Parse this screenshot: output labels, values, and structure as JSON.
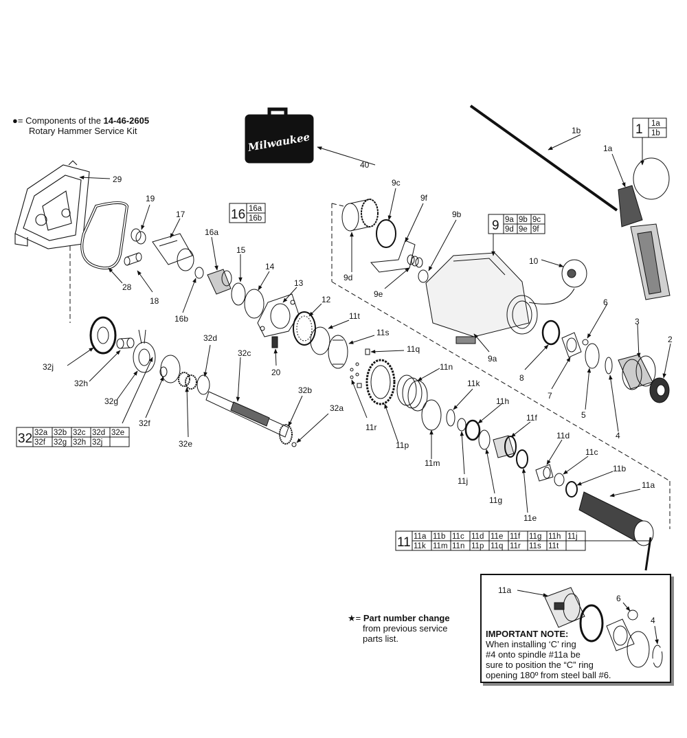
{
  "legend": {
    "symbol": "●=",
    "line1_prefix": "Components of the ",
    "kit_number": "14-46-2605",
    "line2": "Rotary Hammer Service Kit"
  },
  "case_logo": "Milwaukee",
  "part_change": {
    "symbol": "★=",
    "line1": "Part number change",
    "line2": "from previous service",
    "line3": "parts list."
  },
  "important_note": {
    "heading": "IMPORTANT NOTE:",
    "line1": "When installing ‘C’ ring",
    "line2": "#4 onto spindle #11a be",
    "line3": "sure to position the “C” ring",
    "line4": "opening 180º from steel ball #6."
  },
  "inset_labels": {
    "spindle": "11a",
    "ball": "6",
    "c_ring": "4"
  },
  "labels": {
    "p40": "40",
    "p29": "29",
    "p28": "28",
    "p19": "19",
    "p17": "17",
    "p18": "18",
    "p16a": "16a",
    "p16b": "16b",
    "p15": "15",
    "p14": "14",
    "p13": "13",
    "p12": "12",
    "p20": "20",
    "p9c": "9c",
    "p9f": "9f",
    "p9b": "9b",
    "p9d": "9d",
    "p9e": "9e",
    "p9a": "9a",
    "p10": "10",
    "p1b": "1b",
    "p1a": "1a",
    "p6": "6",
    "p3": "3",
    "p2": "2",
    "p8": "8",
    "p7": "7",
    "p5": "5",
    "p4": "4",
    "p11t": "11t",
    "p11s": "11s",
    "p11q": "11q",
    "p11n": "11n",
    "p11r": "11r",
    "p11p": "11p",
    "p11k": "11k",
    "p11h": "11h",
    "p11f": "11f",
    "p11m": "11m",
    "p11j": "11j",
    "p11g": "11g",
    "p11d": "11d",
    "p11e": "11e",
    "p11c": "11c",
    "p11b": "11b",
    "p11a": "11a",
    "p32d": "32d",
    "p32c": "32c",
    "p32j": "32j",
    "p32h": "32h",
    "p32g": "32g",
    "p32f": "32f",
    "p32e": "32e",
    "p32b": "32b",
    "p32a": "32a"
  },
  "kit_boxes": {
    "k1": {
      "num": "1",
      "subs": [
        "1a",
        "1b"
      ]
    },
    "k16": {
      "num": "16",
      "subs": [
        "16a",
        "16b"
      ]
    },
    "k9": {
      "num": "9",
      "row1": [
        "9a",
        "9b",
        "9c"
      ],
      "row2": [
        "9d",
        "9e",
        "9f"
      ]
    },
    "k32": {
      "num": "32",
      "row1": [
        "32a",
        "32b",
        "32c",
        "32d",
        "32e"
      ],
      "row2": [
        "32f",
        "32g",
        "32h",
        "32j",
        ""
      ]
    },
    "k11": {
      "num": "11",
      "row1": [
        "11a",
        "11b",
        "11c",
        "11d",
        "11e",
        "11f",
        "11g",
        "11h",
        "11j"
      ],
      "row2": [
        "11k",
        "11m",
        "11n",
        "11p",
        "11q",
        "11r",
        "11s",
        "11t",
        ""
      ]
    }
  }
}
